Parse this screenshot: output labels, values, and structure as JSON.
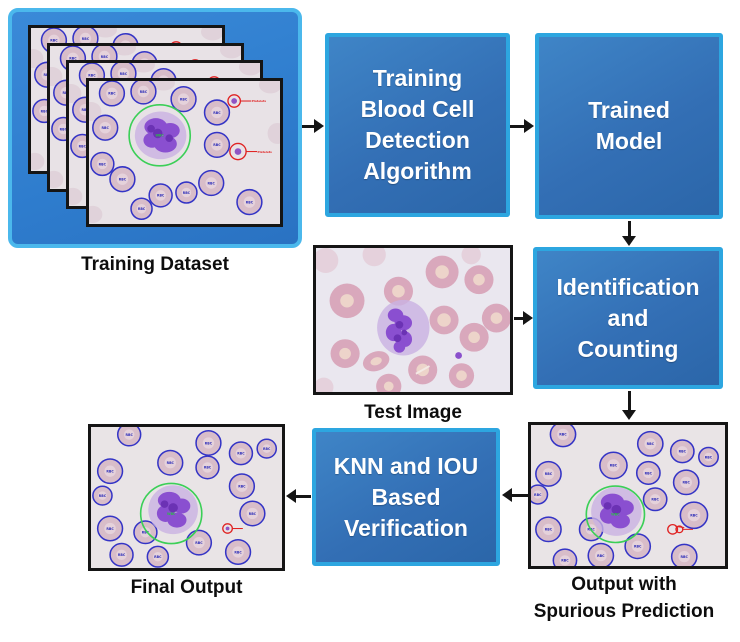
{
  "boxes": {
    "training": {
      "line1": "Training",
      "line2": "Blood Cell",
      "line3": "Detection",
      "line4": "Algorithm"
    },
    "trained": {
      "line1": "Trained",
      "line2": "Model"
    },
    "identification": {
      "line1": "Identification",
      "line2": "and",
      "line3": "Counting"
    },
    "verification": {
      "line1": "KNN and IOU",
      "line2": "Based",
      "line3": "Verification"
    }
  },
  "captions": {
    "training_dataset": "Training Dataset",
    "test_image": "Test Image",
    "final_output": "Final Output",
    "output_spurious_line1": "Output with",
    "output_spurious_line2": "Spurious Prediction"
  },
  "annotations": {
    "rbc_label": "RBC",
    "wbc_label": "WBC",
    "platelet_label": "Platelets"
  },
  "colors": {
    "box_fill_top": "#3f85c7",
    "box_fill_bottom": "#2b66a9",
    "box_border": "#2da6e0",
    "panel_fill": "#2e7ccd",
    "panel_border": "#4bb8ec",
    "arrow": "#151515",
    "rbc_annotation": "#3434c6",
    "wbc_annotation": "#3bcf57",
    "platelet_annotation": "#e02222",
    "caption_text": "#0d0d0d",
    "box_text": "#ffffff"
  }
}
